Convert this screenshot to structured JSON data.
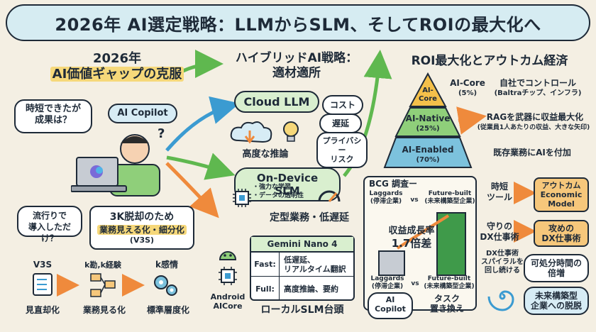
{
  "title": "2026年 AI選定戦略：LLMからSLM、そしてROIの最大化へ",
  "left": {
    "heading_line1": "2026年",
    "heading_line2": "AI価値ギャップの克服",
    "bubble_time": "時短できたが\n成果は？",
    "bubble_copilot": "AI Copilot",
    "question_mark": "?",
    "bubble_trend": "流行りで\n導入しただけ？",
    "box_3k_line1": "3K脱却のため",
    "box_3k_line2": "業務見える化・細分化",
    "box_3k_line3": "(V3S)",
    "flow": [
      {
        "top": "V3S",
        "bottom": "見直却化"
      },
      {
        "top": "k勘,k経験",
        "bottom": "業務見る化"
      },
      {
        "top": "k感情",
        "bottom": "標準層度化"
      }
    ]
  },
  "middle": {
    "heading_line1": "ハイブリッドAI戦略：",
    "heading_line2": "適材適所",
    "cloud_llm": "Cloud LLM",
    "cloud_caption": "高度な推論",
    "cloud_tags": [
      "コスト",
      "遅延",
      "プライバシー\nリスク"
    ],
    "on_device": "On-Device SLM",
    "on_device_notes": "・強力な学習\n・データの透明性",
    "on_device_caption": "定型業務・低遅延",
    "gemini_title": "Gemini Nano 4",
    "gemini_rows": [
      {
        "k": "Fast:",
        "v": "低遅延、\nリアルタイム翻訳"
      },
      {
        "k": "Full:",
        "v": "高度推論、要約"
      }
    ],
    "android_label": "Android\nAICore",
    "local_caption": "ローカルSLM台頭"
  },
  "right": {
    "heading": "ROI最大化とアウトカム経済",
    "pyramid": [
      {
        "name": "AI-\nCore",
        "pct": "(5%)",
        "color": "#f4c04a"
      },
      {
        "name": "AI-Native",
        "pct": "(25%)",
        "color": "#8fcf7a"
      },
      {
        "name": "AI-Enabled",
        "pct": "(70%)",
        "color": "#7cc2dd"
      }
    ],
    "pyramid_notes": [
      "AI-Core",
      "(5%)",
      "自社でコントロール",
      "(Baltraチップ、インフラ)",
      "RAGを武器に収益最大化",
      "(従業員1人あたりの収益、大きな矢印)",
      "既存業務にAIを付加"
    ],
    "chart_title": "BCG 調査ー",
    "laggards_top": "Laggards\n(停滞企業)",
    "vs": "vs",
    "future_top": "Future-built\n(未来構築型企業)",
    "growth_line1": "収益成長率",
    "growth_line2": "1.7倍差",
    "laggards_bottom": "Laggards\n(停滞企業)",
    "future_bottom": "Future-built\n(未来構築型企業)",
    "ai_copilot": "AI\nCopilot",
    "task_replace": "タスク\n置き換え",
    "shifts": [
      {
        "from": "時短\nツール",
        "to": "アウトカム\nEconomic\nModel"
      },
      {
        "from": "守りの\nDX仕事術",
        "to": "攻めの\nDX仕事術"
      }
    ],
    "spiral_text": "DX仕事術\nスパイラルを\n回し続ける",
    "disposable_time": "可処分時間の\n倍増",
    "future_escape": "未来構築型\n企業への脱脱"
  }
}
